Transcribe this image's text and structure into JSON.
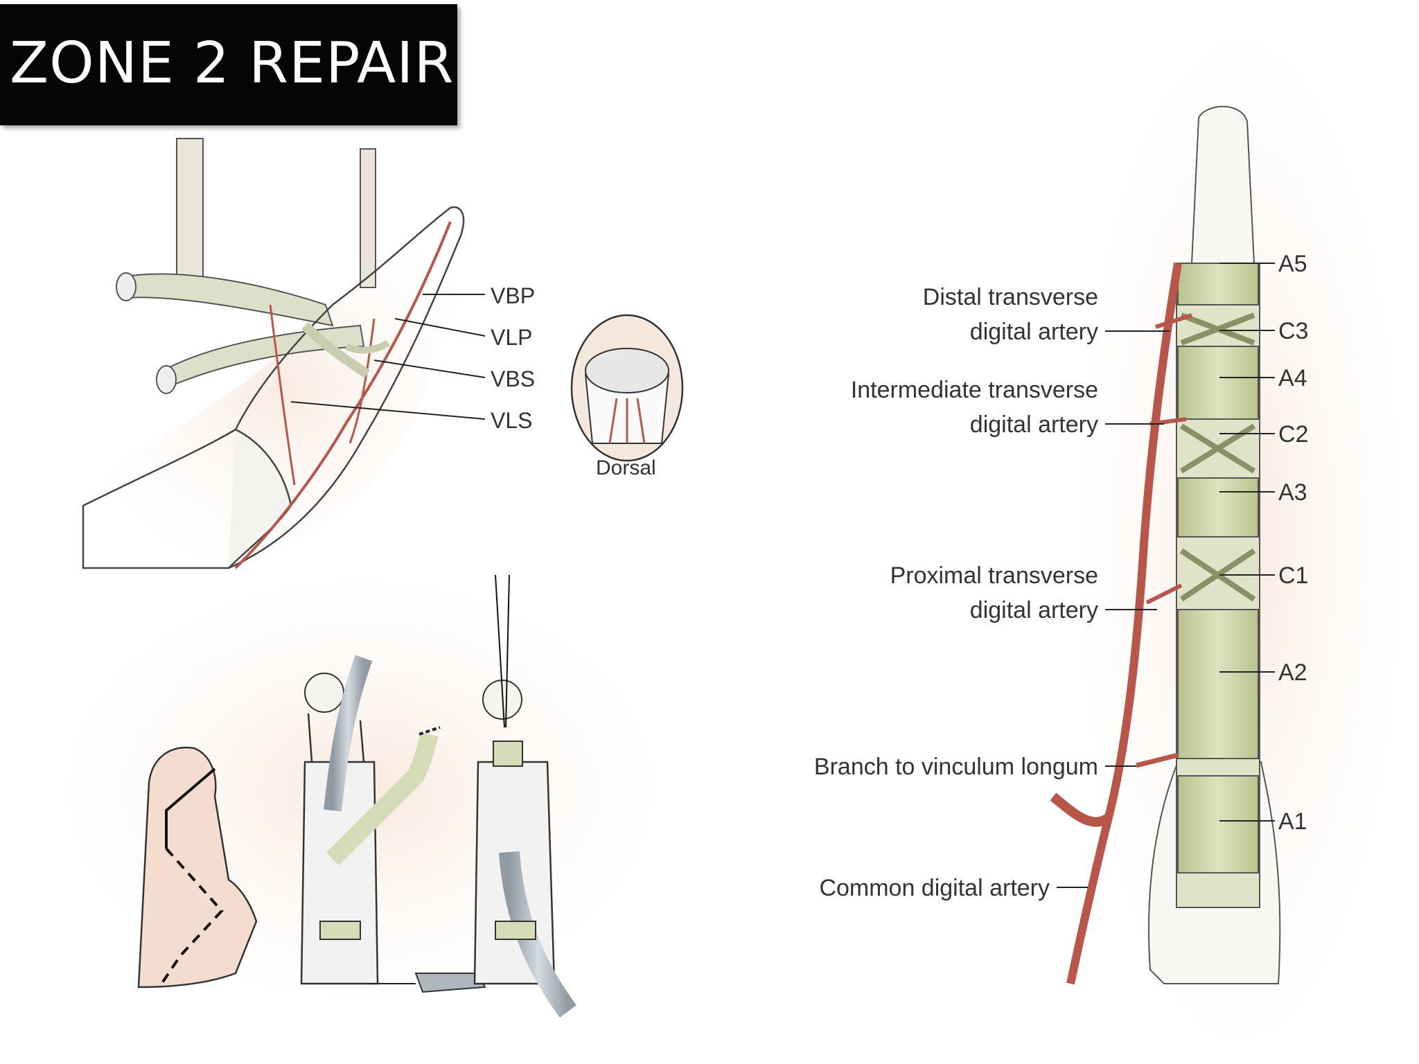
{
  "title": "ZONE 2 REPAIR",
  "panel_vincula": {
    "labels": [
      "VBP",
      "VLP",
      "VBS",
      "VLS"
    ],
    "inset_label": "Dorsal"
  },
  "panel_pulleys": {
    "pulley_labels": [
      "A5",
      "C3",
      "A4",
      "C2",
      "A3",
      "C1",
      "A2",
      "A1"
    ],
    "artery_labels": [
      [
        "Distal transverse",
        "digital artery"
      ],
      [
        "Intermediate transverse",
        "digital artery"
      ],
      [
        "Proximal transverse",
        "digital artery"
      ],
      [
        "Branch to vinculum longum"
      ],
      [
        "Common digital artery"
      ]
    ]
  },
  "colors": {
    "tendon": "#d9dcc2",
    "pulley": "#cfd6a8",
    "artery": "#b9564a",
    "skin": "#f6e3d6",
    "title_bg": "#050505"
  }
}
